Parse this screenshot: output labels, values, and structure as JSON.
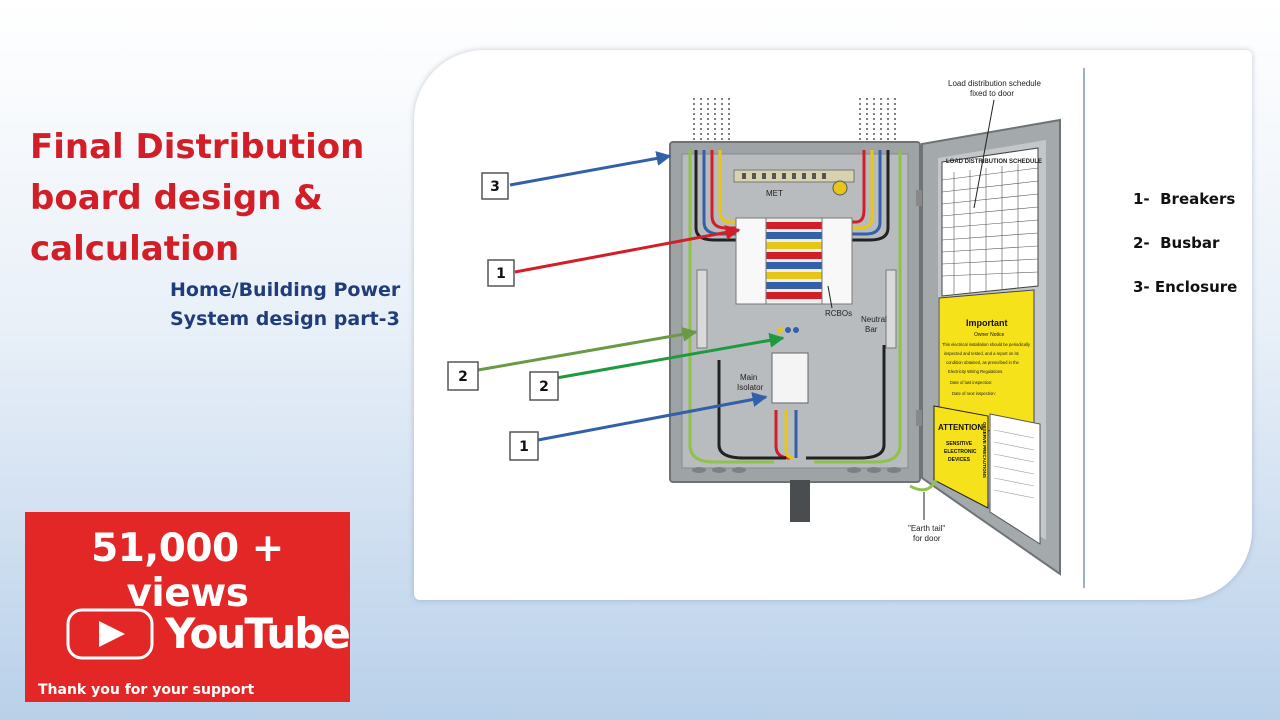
{
  "title": "Final Distribution board design & calculation",
  "subtitle": "Home/Building Power System design part-3",
  "promo": {
    "views": "51,000 + views",
    "brand": "YouTube",
    "thanks": "Thank you for your support",
    "colors": {
      "background": "#e32626"
    }
  },
  "diagram": {
    "labels": {
      "schedule_note_line1": "Load distribution schedule",
      "schedule_note_line2": "fixed to door",
      "schedule_title": "LOAD DISTRIBUTION SCHEDULE",
      "met": "MET",
      "rcbos": "RCBOs",
      "neutral_bar_line1": "Neutral",
      "neutral_bar_line2": "Bar",
      "main_isolator_line1": "Main",
      "main_isolator_line2": "Isolator",
      "earth_tail_line1": "\"Earth tail\"",
      "earth_tail_line2": "for door",
      "important_title": "Important",
      "important_sub": "Owner Notice",
      "important_body": [
        "This electrical installation should be periodically",
        "inspected and tested, and a report on its",
        "condition obtained, as prescribed in the",
        "Electricity Wiring Regulations.",
        "Date of last inspection:",
        "Date of next inspection:"
      ],
      "attention_title": "ATTENTION",
      "attention_body": [
        "SENSITIVE",
        "ELECTRONIC",
        "DEVICES"
      ],
      "attention_side": "OBSERVE PRECAUTIONS"
    },
    "callouts": [
      "3",
      "1",
      "2",
      "2",
      "1"
    ],
    "colors": {
      "red": "#d21f27",
      "blue": "#3360a8",
      "green": "#6a9a45",
      "teal": "#1e9a40"
    }
  },
  "legend": [
    "1-  Breakers",
    "2-  Busbar",
    "3- Enclosure"
  ]
}
